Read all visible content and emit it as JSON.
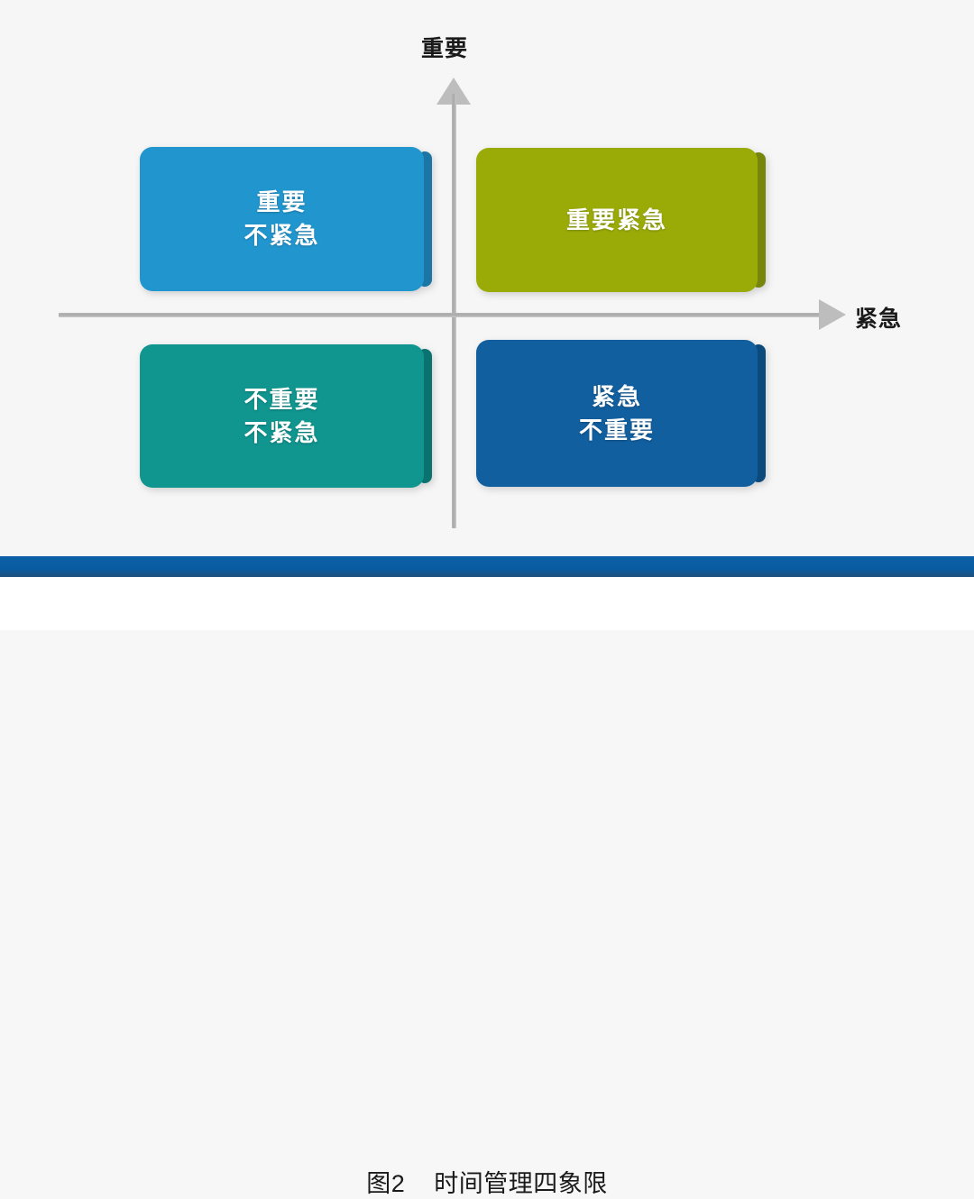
{
  "figure": {
    "caption": "图2    时间管理四象限",
    "accent_color": "#0a5ca2",
    "background_color": "#f6f6f6"
  },
  "axes": {
    "vertical": {
      "label": "重要",
      "icon": "up-arrow-icon",
      "color": "#b4b4b4"
    },
    "horizontal": {
      "label": "紧急",
      "icon": "right-arrow-icon",
      "color": "#b4b4b4"
    }
  },
  "quadrants": [
    {
      "id": "important-not-urgent",
      "position": "top-left",
      "lines": [
        "重要",
        "不紧急"
      ],
      "fill_color": "#2196ce",
      "bevel_color": "#1b76a6"
    },
    {
      "id": "important-urgent",
      "position": "top-right",
      "lines": [
        "重要紧急"
      ],
      "fill_color": "#9aab08",
      "bevel_color": "#77850a"
    },
    {
      "id": "not-important-not-urgent",
      "position": "bottom-left",
      "lines": [
        "不重要",
        "不紧急"
      ],
      "fill_color": "#10958f",
      "bevel_color": "#0b736f"
    },
    {
      "id": "urgent-not-important",
      "position": "bottom-right",
      "lines": [
        "紧急",
        "不重要"
      ],
      "fill_color": "#115f9f",
      "bevel_color": "#0c4a7c"
    }
  ]
}
